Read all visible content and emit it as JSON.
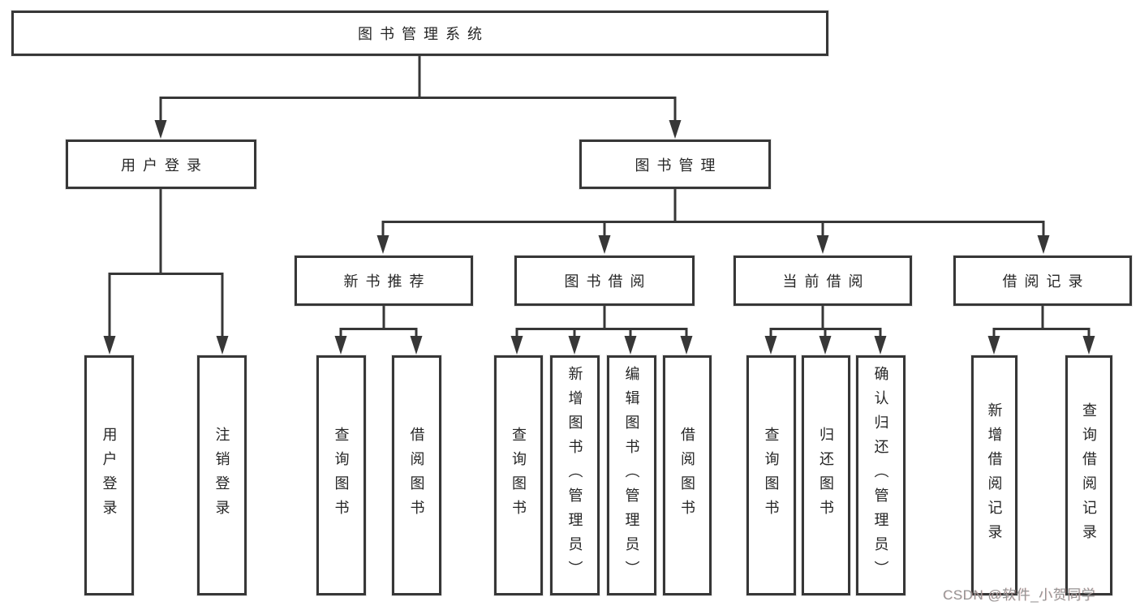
{
  "diagram": {
    "root": {
      "label": "图书管理系统"
    },
    "level1": [
      {
        "label": "用户登录"
      },
      {
        "label": "图书管理"
      }
    ],
    "level2": [
      {
        "label": "新书推荐"
      },
      {
        "label": "图书借阅"
      },
      {
        "label": "当前借阅"
      },
      {
        "label": "借阅记录"
      }
    ],
    "leaves": [
      {
        "label": "用户登录"
      },
      {
        "label": "注销登录"
      },
      {
        "label": "查询图书"
      },
      {
        "label": "借阅图书"
      },
      {
        "label": "查询图书"
      },
      {
        "label": "新增图书（管理员）"
      },
      {
        "label": "编辑图书（管理员）"
      },
      {
        "label": "借阅图书"
      },
      {
        "label": "查询图书"
      },
      {
        "label": "归还图书"
      },
      {
        "label": "确认归还（管理员）"
      },
      {
        "label": "新增借阅记录"
      },
      {
        "label": "查询借阅记录"
      }
    ],
    "watermark": "CSDN @软件_小贺同学",
    "colors": {
      "line": "#373737",
      "text": "#262626",
      "watermark": "#949494",
      "background": "#ffffff"
    }
  }
}
